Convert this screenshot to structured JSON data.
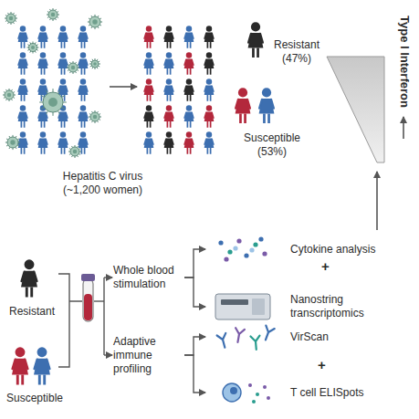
{
  "diagram": {
    "nodes": [
      {
        "text": [
          "Hepatitis C virus (~1,200 women)"
        ]
      },
      {
        "text": [
          "Resistant (47%)"
        ]
      },
      {
        "text": [
          "Susceptible (53%)"
        ]
      },
      {
        "text": [
          "Type I Interferon"
        ]
      },
      {
        "text": [
          "Resistant"
        ]
      },
      {
        "text": [
          "Susceptible"
        ]
      },
      {
        "text": [
          "Whole blood stimulation"
        ]
      },
      {
        "text": [
          "Adaptive immune profiling"
        ]
      },
      {
        "text": [
          "Cytokine analysis"
        ]
      },
      {
        "text": [
          "Nanostring transcriptomics"
        ]
      },
      {
        "text": [
          "VirScan"
        ]
      },
      {
        "text": [
          "T cell ELISpots"
        ]
      }
    ],
    "edges": [
      {
        "from": 6,
        "to": 8,
        "arrow": "to"
      },
      {
        "from": 6,
        "to": 9,
        "arrow": "to"
      },
      {
        "from": 7,
        "to": 10,
        "arrow": "to"
      },
      {
        "from": 7,
        "to": 11,
        "arrow": "to"
      }
    ],
    "labels": [
      "+",
      "+"
    ]
  }
}
